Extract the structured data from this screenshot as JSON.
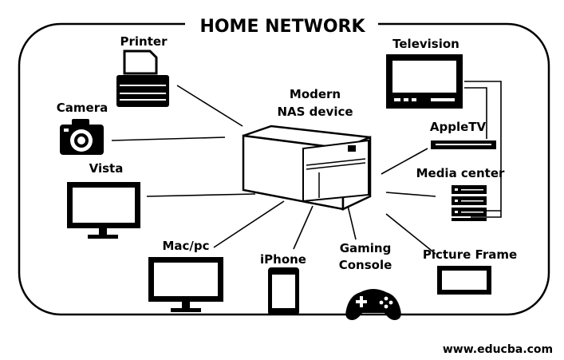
{
  "title": "HOME NETWORK",
  "center": {
    "line1": "Modern",
    "line2": "NAS device"
  },
  "devices": {
    "printer": "Printer",
    "camera": "Camera",
    "vista": "Vista",
    "macpc": "Mac/pc",
    "iphone": "iPhone",
    "gaming_line1": "Gaming",
    "gaming_line2": "Console",
    "picture_frame": "Picture Frame",
    "media_center": "Media center",
    "appletv": "AppleTV",
    "television": "Television"
  },
  "watermark": "www.educba.com"
}
